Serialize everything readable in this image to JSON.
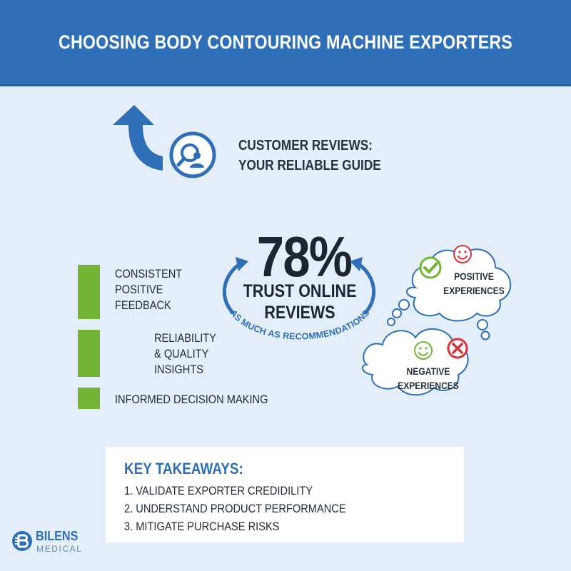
{
  "header": {
    "title": "CHOOSING BODY CONTOURING MACHINE EXPORTERS"
  },
  "reviews": {
    "heading_line1": "CUSTOMER REVIEWS:",
    "heading_line2": "YOUR RELIABLE GUIDE"
  },
  "stat": {
    "value": "78%",
    "line1": "TRUST ONLINE",
    "line2": "REVIEWS",
    "curve_text": "AS MUCH AS RECOMMENDATIONS"
  },
  "factors": [
    {
      "lines": [
        "CONSISTENT",
        "POSITIVE",
        "FEEDBACK"
      ]
    },
    {
      "lines": [
        "RELIABILITY",
        "& QUALITY",
        "INSIGHTS"
      ]
    },
    {
      "lines": [
        "INFORMED DECISION MAKING"
      ]
    }
  ],
  "clouds": {
    "positive": {
      "line1": "POSITIVE",
      "line2": "EXPERIENCES"
    },
    "negative": {
      "line1": "NEGATIVE",
      "line2": "EXPERIENCES"
    }
  },
  "takeaways": {
    "heading": "KEY TAKEAWAYS:",
    "items": [
      "1.   VALIDATE EXPORTER CREDIDILITY",
      "2.   UNDERSTAND PRODUCT PERFORMANCE",
      "3.   MITIGATE PURCHASE RISKS"
    ]
  },
  "logo": {
    "name": "BILENS",
    "sub": "MEDICAL"
  },
  "colors": {
    "primary_blue": "#2f6fb8",
    "accent_green": "#72b534",
    "negative_red": "#d9303a",
    "background": "#e3eef9"
  },
  "icons": [
    "curved-up-arrow-icon",
    "user-search-icon",
    "check-icon",
    "smiley-icon",
    "x-icon",
    "bilens-logo-icon"
  ]
}
